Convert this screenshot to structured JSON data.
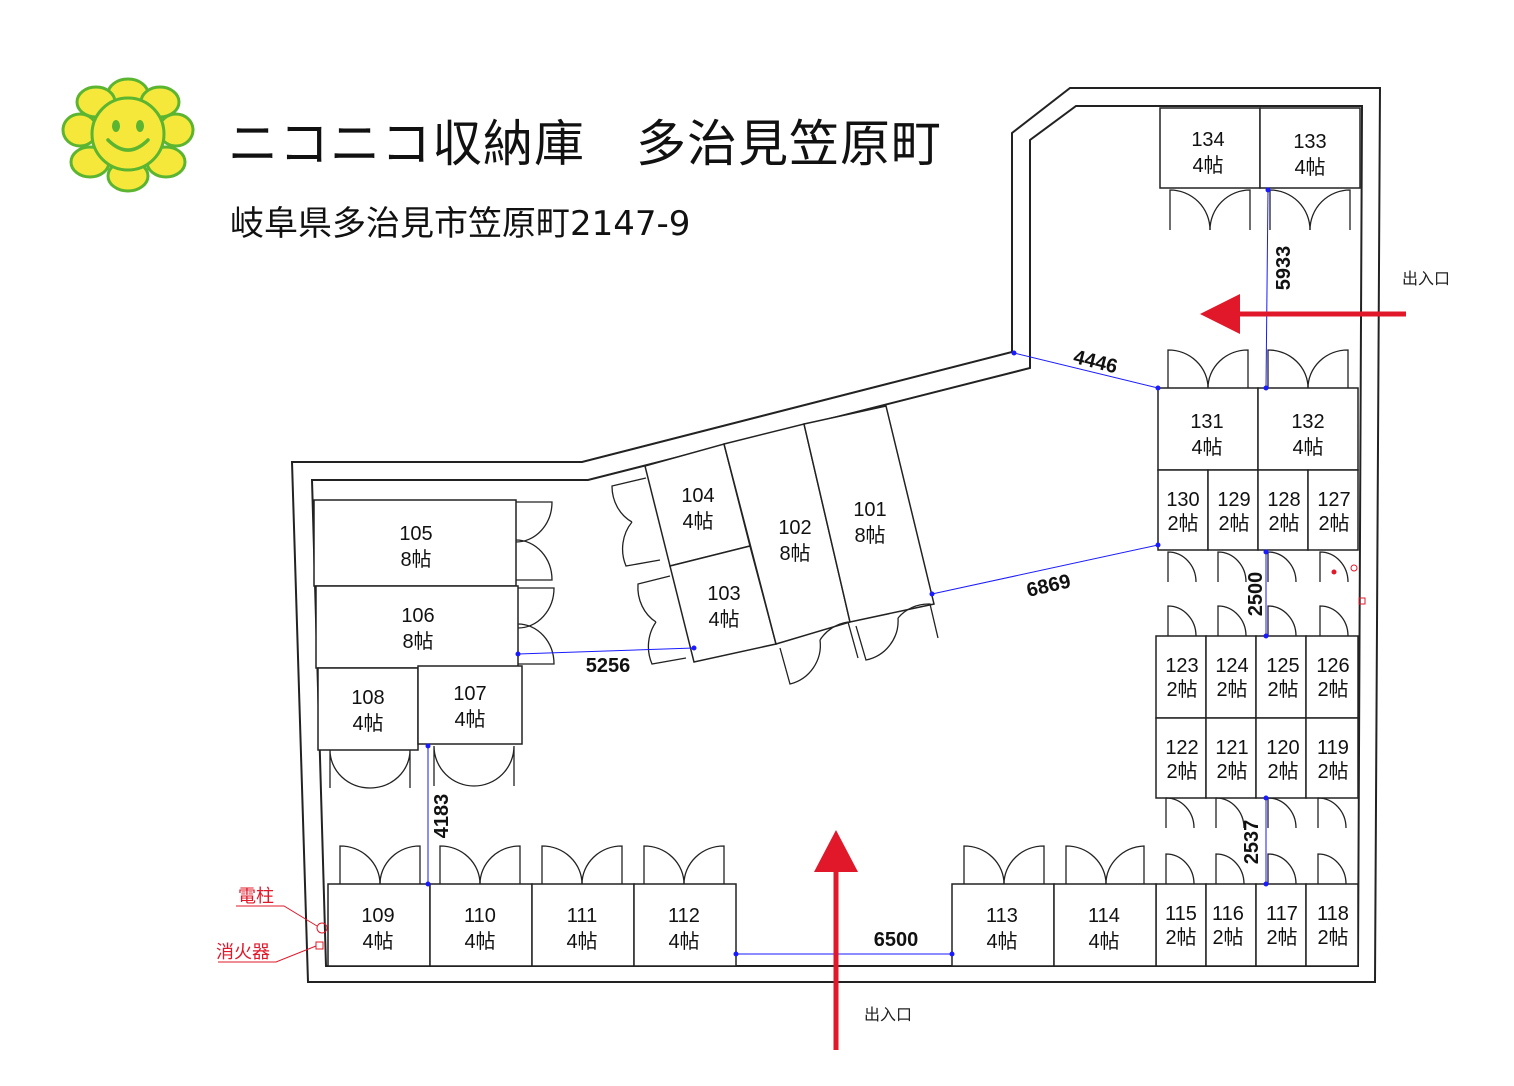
{
  "header": {
    "title": "ニコニコ収納庫　多治見笠原町",
    "address": "岐阜県多治見市笠原町2147-9"
  },
  "colors": {
    "accent_arrow": "#e0182a",
    "dimension_line": "#1a1aff",
    "annotation_red": "#e0182a",
    "logo_petal": "#f5e83a",
    "logo_outline": "#5bb530"
  },
  "icons": [
    "smiley-flower-logo",
    "entrance-arrow",
    "utility-pole-icon",
    "fire-extinguisher-icon"
  ],
  "units": [
    {
      "no": "101",
      "size": "8帖"
    },
    {
      "no": "102",
      "size": "8帖"
    },
    {
      "no": "103",
      "size": "4帖"
    },
    {
      "no": "104",
      "size": "4帖"
    },
    {
      "no": "105",
      "size": "8帖"
    },
    {
      "no": "106",
      "size": "8帖"
    },
    {
      "no": "107",
      "size": "4帖"
    },
    {
      "no": "108",
      "size": "4帖"
    },
    {
      "no": "109",
      "size": "4帖"
    },
    {
      "no": "110",
      "size": "4帖"
    },
    {
      "no": "111",
      "size": "4帖"
    },
    {
      "no": "112",
      "size": "4帖"
    },
    {
      "no": "113",
      "size": "4帖"
    },
    {
      "no": "114",
      "size": "4帖"
    },
    {
      "no": "115",
      "size": "2帖"
    },
    {
      "no": "116",
      "size": "2帖"
    },
    {
      "no": "117",
      "size": "2帖"
    },
    {
      "no": "118",
      "size": "2帖"
    },
    {
      "no": "119",
      "size": "2帖"
    },
    {
      "no": "120",
      "size": "2帖"
    },
    {
      "no": "121",
      "size": "2帖"
    },
    {
      "no": "122",
      "size": "2帖"
    },
    {
      "no": "123",
      "size": "2帖"
    },
    {
      "no": "124",
      "size": "2帖"
    },
    {
      "no": "125",
      "size": "2帖"
    },
    {
      "no": "126",
      "size": "2帖"
    },
    {
      "no": "127",
      "size": "2帖"
    },
    {
      "no": "128",
      "size": "2帖"
    },
    {
      "no": "129",
      "size": "2帖"
    },
    {
      "no": "130",
      "size": "2帖"
    },
    {
      "no": "131",
      "size": "4帖"
    },
    {
      "no": "132",
      "size": "4帖"
    },
    {
      "no": "133",
      "size": "4帖"
    },
    {
      "no": "134",
      "size": "4帖"
    }
  ],
  "dimensions": [
    "4446",
    "5933",
    "6869",
    "2500",
    "5256",
    "4183",
    "6500",
    "2537"
  ],
  "labels": {
    "entrance_east": "出入口",
    "entrance_south": "出入口",
    "utility_pole": "電柱",
    "fire_extinguisher": "消火器"
  }
}
